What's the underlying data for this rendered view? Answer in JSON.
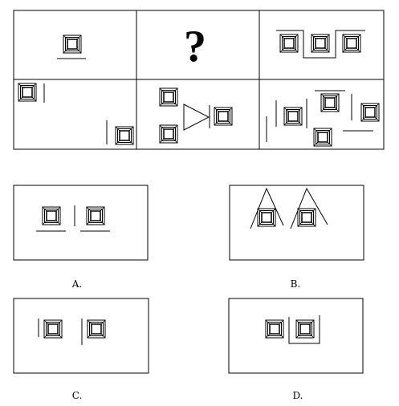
{
  "puzzle": {
    "question_mark": "?"
  },
  "options": [
    {
      "label": "A."
    },
    {
      "label": "B."
    },
    {
      "label": "C."
    },
    {
      "label": "D."
    }
  ]
}
